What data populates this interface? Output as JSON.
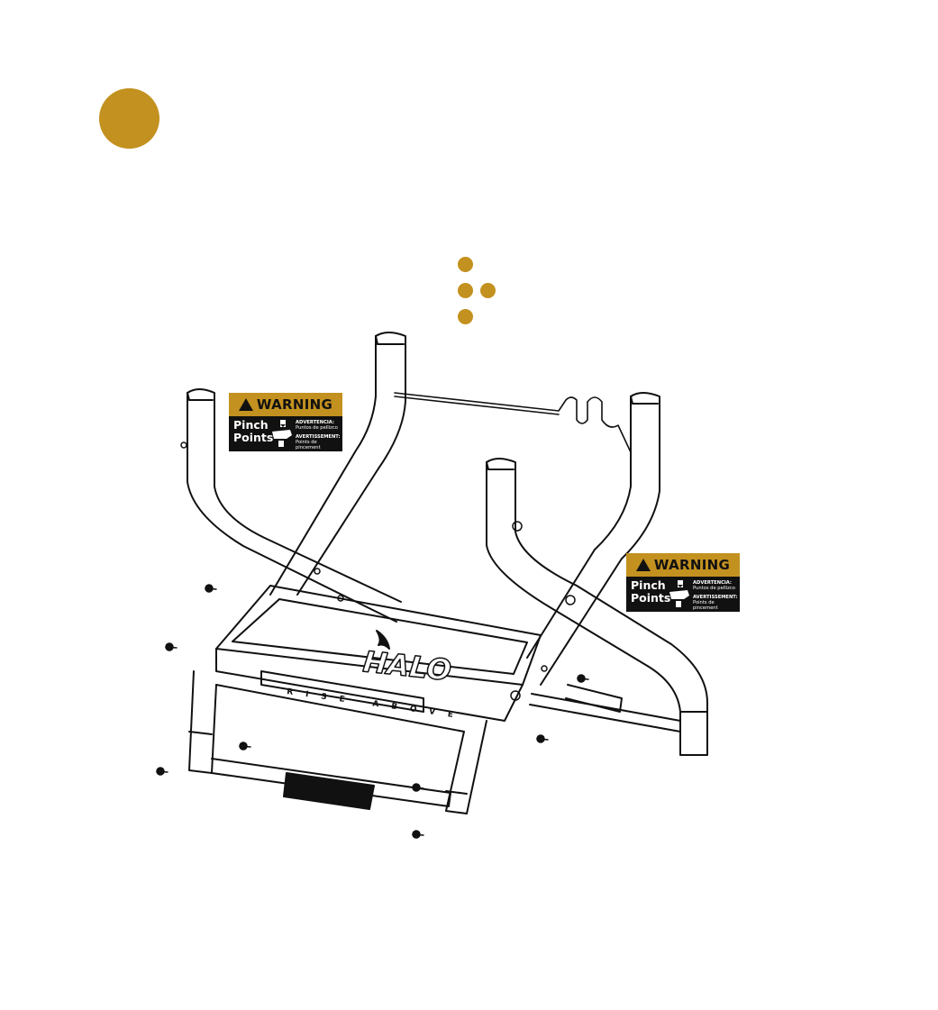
{
  "step_marker": {
    "color": "#c3911f"
  },
  "parts_dots": {
    "color": "#c3911f",
    "rows": [
      1,
      2,
      1
    ]
  },
  "logo": {
    "brand": "HALO",
    "tagline": "RISE ABOVE"
  },
  "warning_labels": [
    {
      "header": "WARNING",
      "title_line1": "Pinch",
      "title_line2": "Points",
      "es_heading": "ADVERTENCIA:",
      "es_text": "Puntos de pellizco",
      "fr_heading": "AVERTISSEMENT:",
      "fr_text": "Points de pincement"
    },
    {
      "header": "WARNING",
      "title_line1": "Pinch",
      "title_line2": "Points",
      "es_heading": "ADVERTENCIA:",
      "es_text": "Puntos de pellizco",
      "fr_heading": "AVERTISSEMENT:",
      "fr_text": "Points de pincement"
    }
  ],
  "colors": {
    "accent": "#c3911f",
    "line": "#111111",
    "label_bg": "#111111"
  }
}
